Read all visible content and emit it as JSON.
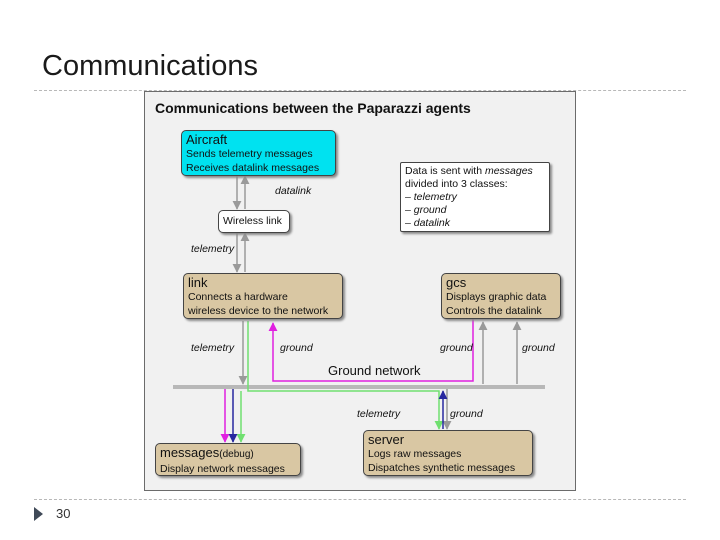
{
  "slide": {
    "title": "Communications",
    "page_number": "30"
  },
  "figure": {
    "title": "Communications between the Paparazzi agents",
    "aircraft": {
      "title": "Aircraft",
      "lines": [
        "Sends telemetry messages",
        "Receives datalink messages"
      ]
    },
    "wireless_link": "Wireless link",
    "note": {
      "line1_a": "Data is sent with ",
      "line1_b": "messages",
      "line2": "divided into 3 classes:",
      "items": [
        "– telemetry",
        "– ground",
        "– datalink"
      ]
    },
    "link": {
      "title": "link",
      "lines": [
        "Connects a hardware",
        "wireless device to the network"
      ]
    },
    "gcs": {
      "title": "gcs",
      "lines": [
        "Displays graphic data",
        "Controls the datalink"
      ]
    },
    "messages": {
      "title": "messages",
      "title_suffix": "(debug)",
      "lines": [
        "Display network messages"
      ]
    },
    "server": {
      "title": "server",
      "lines": [
        "Logs raw messages",
        "Dispatches synthetic messages"
      ]
    },
    "ground_network": "Ground network",
    "labels": {
      "datalink": "datalink",
      "telemetry_upper": "telemetry",
      "telemetry_link": "telemetry",
      "ground_link": "ground",
      "ground_gcs_left": "ground",
      "ground_gcs_right": "ground",
      "telemetry_server": "telemetry",
      "ground_server": "ground"
    },
    "colors": {
      "aircraft_fill": "#00e2f0",
      "agent_fill": "#d9c7a3",
      "panel_fill": "#f1f1f1",
      "ground_wire": "#e020e0",
      "datalink_wire": "#2828a0",
      "telemetry_wire": "#70e070",
      "trunk": "#b8b8b8"
    }
  }
}
